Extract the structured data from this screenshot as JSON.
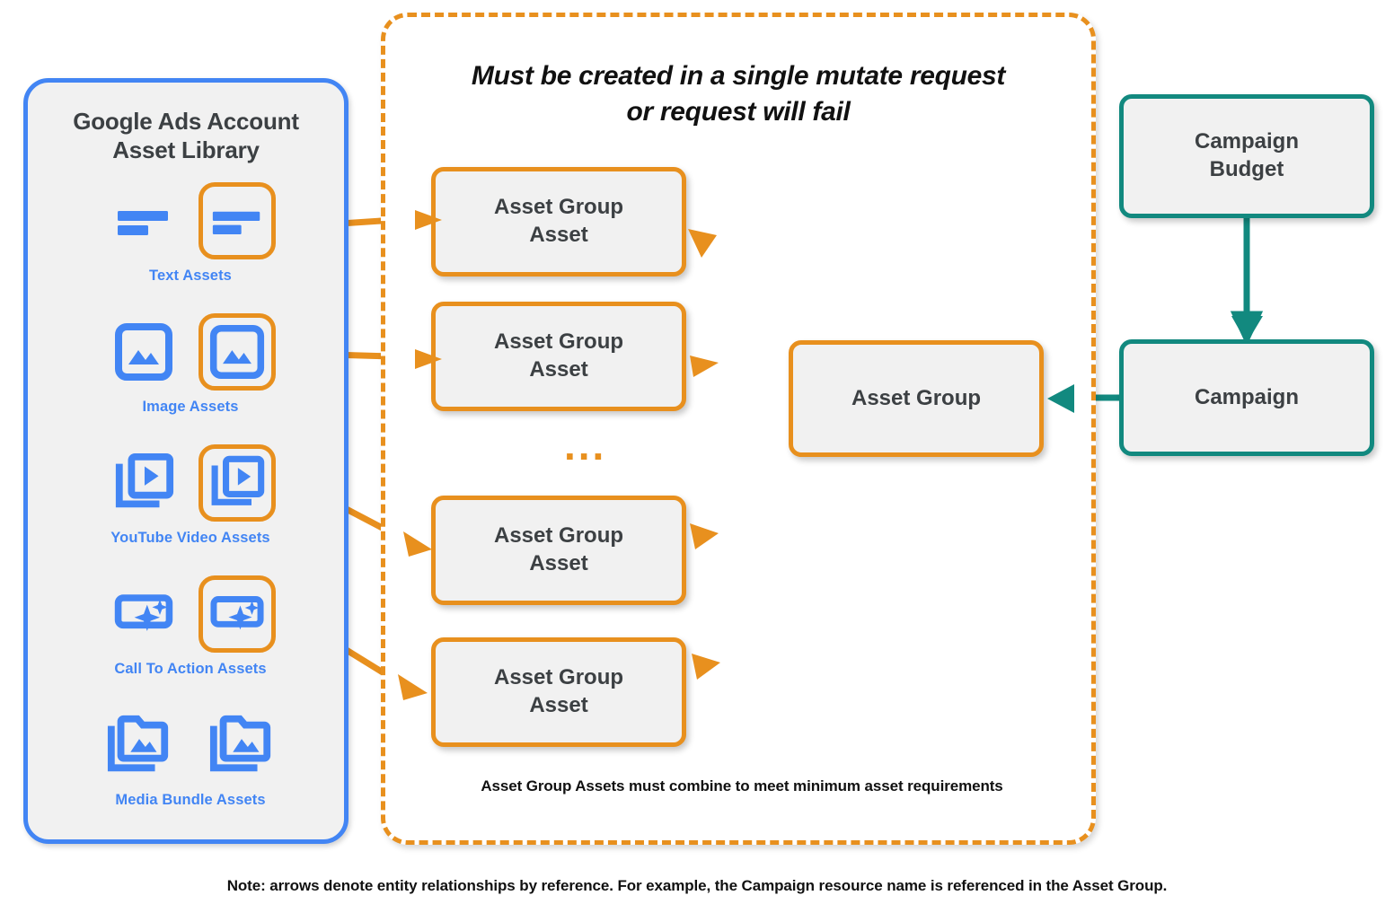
{
  "library": {
    "title_line1": "Google Ads Account",
    "title_line2": "Asset Library",
    "rows": [
      {
        "label": "Text Assets",
        "icon": "text-asset-icon",
        "highlighted": true
      },
      {
        "label": "Image Assets",
        "icon": "image-asset-icon",
        "highlighted": true
      },
      {
        "label": "YouTube Video  Assets",
        "icon": "youtube-video-asset-icon",
        "highlighted": true
      },
      {
        "label": "Call To Action Assets",
        "icon": "call-to-action-asset-icon",
        "highlighted": true
      },
      {
        "label": "Media Bundle  Assets",
        "icon": "media-bundle-asset-icon",
        "highlighted": false
      }
    ]
  },
  "mutate": {
    "title_line1": "Must be created in a single mutate request",
    "title_line2": "or request will fail",
    "footnote": "Asset Group Assets must combine to meet minimum asset requirements",
    "ellipsis": "..."
  },
  "nodes": {
    "asset_group_asset_1": "Asset Group\nAsset",
    "asset_group_asset_1_l1": "Asset Group",
    "asset_group_asset_1_l2": "Asset",
    "asset_group_asset_2_l1": "Asset Group",
    "asset_group_asset_2_l2": "Asset",
    "asset_group_asset_3_l1": "Asset Group",
    "asset_group_asset_3_l2": "Asset",
    "asset_group_asset_4_l1": "Asset Group",
    "asset_group_asset_4_l2": "Asset",
    "asset_group": "Asset Group",
    "campaign_budget_l1": "Campaign",
    "campaign_budget_l2": "Budget",
    "campaign": "Campaign"
  },
  "footer": {
    "note": "Note: arrows denote entity relationships by reference. For example, the Campaign resource name is referenced in the Asset Group."
  },
  "colors": {
    "orange": "#E8901E",
    "blue": "#4285F4",
    "teal": "#12897F",
    "node_fill": "#F1F1F1",
    "text_dark": "#3C4043",
    "text_black": "#111111",
    "page_bg": "#FFFFFF"
  }
}
